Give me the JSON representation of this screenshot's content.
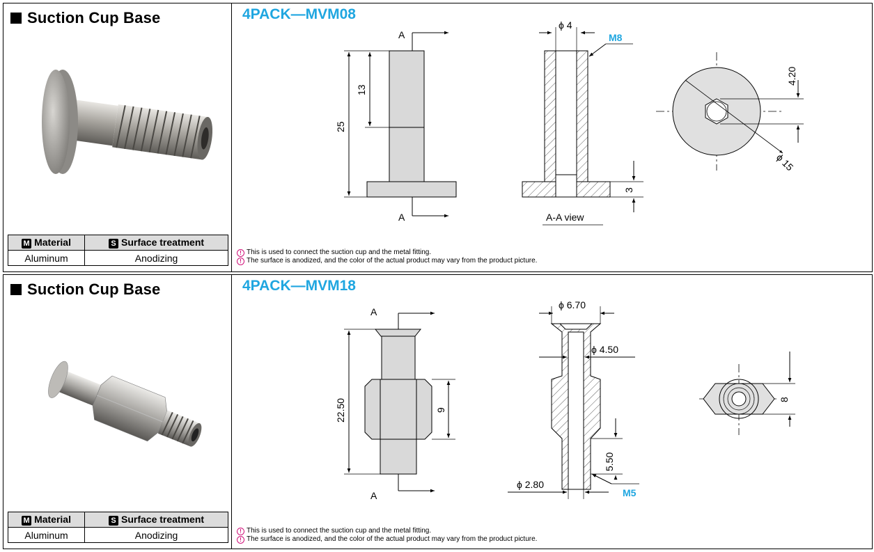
{
  "products": [
    {
      "title": "Suction Cup Base",
      "part_number": "4PACK—MVM08",
      "spec_headers": {
        "material_badge": "M",
        "material": "Material",
        "surface_badge": "S",
        "surface": "Surface treatment"
      },
      "spec_values": {
        "material": "Aluminum",
        "surface": "Anodizing"
      },
      "dims": {
        "section": "A",
        "total": "25",
        "upper": "13",
        "bore": "ϕ 4",
        "thread": "M8",
        "flange": "3",
        "view_label": "A-A view",
        "hex": "4.20",
        "outer": "ϕ 15"
      },
      "notes": [
        "This is used to connect the suction cup and the metal fitting.",
        "The surface is anodized, and the color of the actual product may vary from the product picture."
      ]
    },
    {
      "title": "Suction Cup Base",
      "part_number": "4PACK—MVM18",
      "spec_headers": {
        "material_badge": "M",
        "material": "Material",
        "surface_badge": "S",
        "surface": "Surface treatment"
      },
      "spec_values": {
        "material": "Aluminum",
        "surface": "Anodizing"
      },
      "dims": {
        "section": "A",
        "total": "22.50",
        "hex_len": "9",
        "head": "ϕ 6.70",
        "bore": "ϕ 4.50",
        "thread_len": "5.50",
        "bottom_bore": "ϕ 2.80",
        "thread": "M5",
        "hex": "8"
      },
      "notes": [
        "This is used to connect the suction cup and the metal fitting.",
        "The surface is anodized, and the color of the actual product may vary from the product picture."
      ]
    }
  ],
  "colors": {
    "accent": "#1fa6e0",
    "note_icon": "#d0127a",
    "header_fill": "#dcdcdc"
  },
  "icons": {
    "note": "tip-bulb-icon",
    "material": "material-badge-icon",
    "surface": "surface-badge-icon"
  }
}
